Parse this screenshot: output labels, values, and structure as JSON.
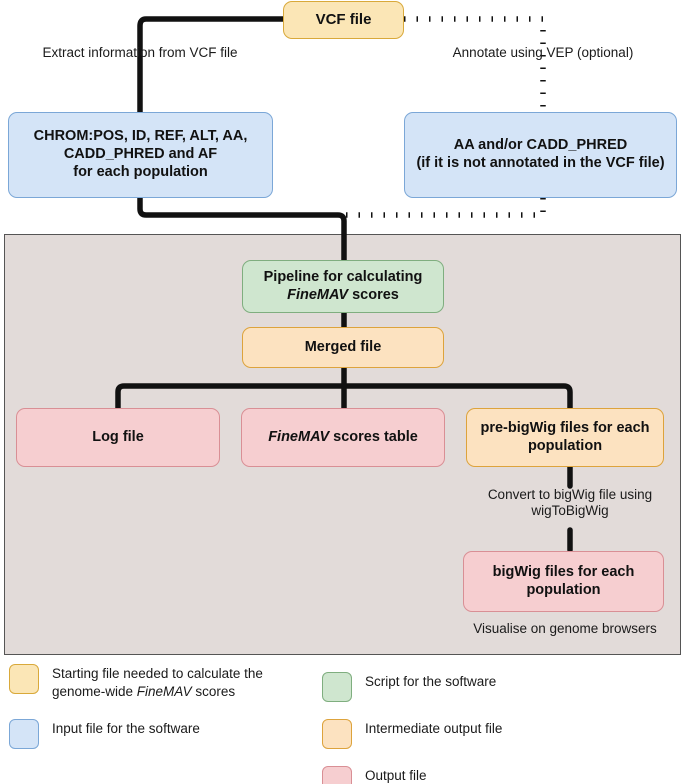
{
  "figure": {
    "type": "flowchart",
    "title_text_visible": false
  },
  "nodes": {
    "vcf_file": {
      "label": "VCF file",
      "category": "start"
    },
    "extracted_fields": {
      "line1": "CHROM:POS, ID, REF, ALT, AA,",
      "line2": "CADD_PHRED and AF",
      "line3": "for each population",
      "category": "input"
    },
    "aa_cadd": {
      "line1": "AA and/or CADD_PHRED",
      "line2": "(if it is not annotated in the VCF file)",
      "category": "input"
    },
    "pipeline": {
      "line1": "Pipeline for calculating",
      "line2_italic": "FineMAV",
      "line2_rest": " scores",
      "category": "script"
    },
    "merged_file": {
      "label": "Merged file",
      "category": "intermediate"
    },
    "log_file": {
      "label": "Log file",
      "category": "output"
    },
    "scores_table": {
      "italic": "FineMAV",
      "rest": " scores table",
      "category": "output"
    },
    "pre_bigwig": {
      "line1": "pre-bigWig files for each",
      "line2": "population",
      "category": "intermediate"
    },
    "bigwig": {
      "line1": "bigWig files for each",
      "line2": "population",
      "category": "output"
    }
  },
  "annotations": {
    "extract": {
      "line1": "Extract information",
      "line2": "from VCF file"
    },
    "annotate": {
      "line1": "Annotate using VEP",
      "line2": "(optional)"
    },
    "convert": {
      "line1": "Convert to bigWig file",
      "line2": "using wigToBigWig"
    },
    "visualise": {
      "line1": "Visualise on genome browsers"
    }
  },
  "legend": {
    "items": [
      {
        "id": "starting-file",
        "color": "#fbe6b6",
        "border": "#d9a93a",
        "label_pre": "Starting file needed to calculate the\ngenome-wide ",
        "label_italic": "FineMAV",
        "label_post": " scores"
      },
      {
        "id": "input-file",
        "color": "#d4e4f7",
        "border": "#7ba7d7",
        "label_pre": "Input file for the software",
        "label_italic": "",
        "label_post": ""
      },
      {
        "id": "script",
        "color": "#cfe6cf",
        "border": "#7fae7f",
        "label_pre": "Script for the software",
        "label_italic": "",
        "label_post": ""
      },
      {
        "id": "intermediate-output",
        "color": "#fce2c0",
        "border": "#dda33c",
        "label_pre": "Intermediate output file",
        "label_italic": "",
        "label_post": ""
      },
      {
        "id": "output-file",
        "color": "#f6ced0",
        "border": "#d98f95",
        "label_pre": "Output file",
        "label_italic": "",
        "label_post": ""
      }
    ]
  },
  "colors": {
    "panel_fill": "#e2dbd9",
    "panel_border": "#555555",
    "connector": "#111111",
    "background": "#ffffff"
  }
}
